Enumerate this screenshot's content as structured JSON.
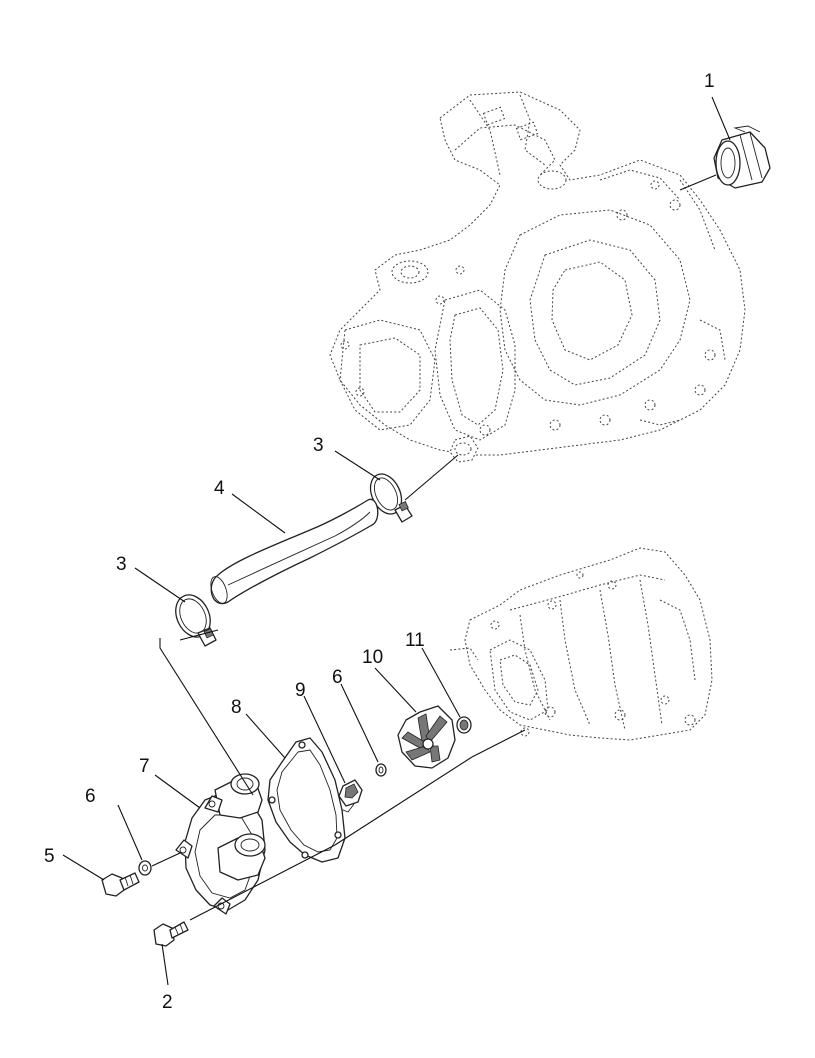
{
  "callouts": [
    {
      "id": "c1",
      "label": "1"
    },
    {
      "id": "c3a",
      "label": "3"
    },
    {
      "id": "c4",
      "label": "4"
    },
    {
      "id": "c3b",
      "label": "3"
    },
    {
      "id": "c11",
      "label": "11"
    },
    {
      "id": "c10",
      "label": "10"
    },
    {
      "id": "c6a",
      "label": "6"
    },
    {
      "id": "c9",
      "label": "9"
    },
    {
      "id": "c8",
      "label": "8"
    },
    {
      "id": "c7",
      "label": "7"
    },
    {
      "id": "c6b",
      "label": "6"
    },
    {
      "id": "c5",
      "label": "5"
    },
    {
      "id": "c2",
      "label": "2"
    }
  ],
  "parts": [
    {
      "num": "1",
      "name": "thermostat-housing-fitting"
    },
    {
      "num": "2",
      "name": "bolt-long"
    },
    {
      "num": "3",
      "name": "hose-clamp"
    },
    {
      "num": "4",
      "name": "coolant-hose"
    },
    {
      "num": "5",
      "name": "bolt-short"
    },
    {
      "num": "6",
      "name": "washer"
    },
    {
      "num": "7",
      "name": "water-pump-cover"
    },
    {
      "num": "8",
      "name": "gasket"
    },
    {
      "num": "9",
      "name": "drain-plug"
    },
    {
      "num": "10",
      "name": "impeller"
    },
    {
      "num": "11",
      "name": "seal-nut"
    }
  ],
  "colors": {
    "ink": "#111111",
    "background": "#ffffff",
    "engine_outline": "#444444"
  }
}
